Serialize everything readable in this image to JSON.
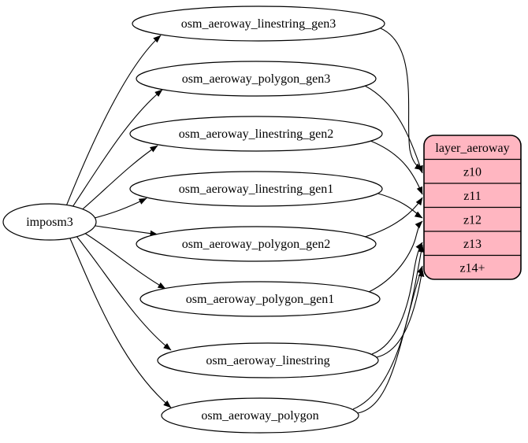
{
  "diagram": {
    "source": {
      "label": "imposm3"
    },
    "tables": [
      {
        "label": "osm_aeroway_linestring_gen3"
      },
      {
        "label": "osm_aeroway_polygon_gen3"
      },
      {
        "label": "osm_aeroway_linestring_gen2"
      },
      {
        "label": "osm_aeroway_linestring_gen1"
      },
      {
        "label": "osm_aeroway_polygon_gen2"
      },
      {
        "label": "osm_aeroway_polygon_gen1"
      },
      {
        "label": "osm_aeroway_linestring"
      },
      {
        "label": "osm_aeroway_polygon"
      }
    ],
    "layer": {
      "title": "layer_aeroway",
      "rows": [
        "z10",
        "z11",
        "z12",
        "z13",
        "z14+"
      ],
      "fill": "#ffb6c1",
      "stroke": "#000000"
    },
    "edges": [
      {
        "from": "imposm3",
        "to": "osm_aeroway_linestring_gen3"
      },
      {
        "from": "imposm3",
        "to": "osm_aeroway_polygon_gen3"
      },
      {
        "from": "imposm3",
        "to": "osm_aeroway_linestring_gen2"
      },
      {
        "from": "imposm3",
        "to": "osm_aeroway_linestring_gen1"
      },
      {
        "from": "imposm3",
        "to": "osm_aeroway_polygon_gen2"
      },
      {
        "from": "imposm3",
        "to": "osm_aeroway_polygon_gen1"
      },
      {
        "from": "imposm3",
        "to": "osm_aeroway_linestring"
      },
      {
        "from": "imposm3",
        "to": "osm_aeroway_polygon"
      },
      {
        "from": "osm_aeroway_linestring_gen3",
        "to": "z10"
      },
      {
        "from": "osm_aeroway_polygon_gen3",
        "to": "z10"
      },
      {
        "from": "osm_aeroway_linestring_gen2",
        "to": "z11"
      },
      {
        "from": "osm_aeroway_polygon_gen2",
        "to": "z11"
      },
      {
        "from": "osm_aeroway_linestring_gen1",
        "to": "z12"
      },
      {
        "from": "osm_aeroway_polygon_gen1",
        "to": "z12"
      },
      {
        "from": "osm_aeroway_linestring",
        "to": "z13"
      },
      {
        "from": "osm_aeroway_linestring",
        "to": "z14+"
      },
      {
        "from": "osm_aeroway_polygon",
        "to": "z13"
      },
      {
        "from": "osm_aeroway_polygon",
        "to": "z14+"
      }
    ]
  }
}
